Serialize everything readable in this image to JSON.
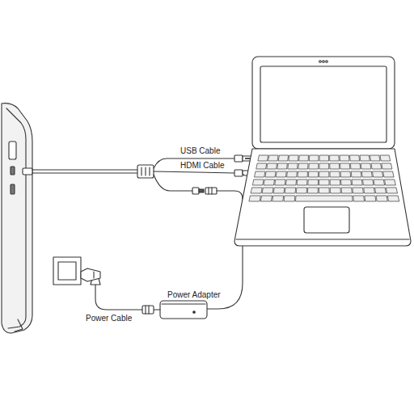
{
  "diagram": {
    "labels": [
      "USB Cable",
      "HDMI Cable",
      "Power Adapter",
      "Power Cable"
    ]
  }
}
